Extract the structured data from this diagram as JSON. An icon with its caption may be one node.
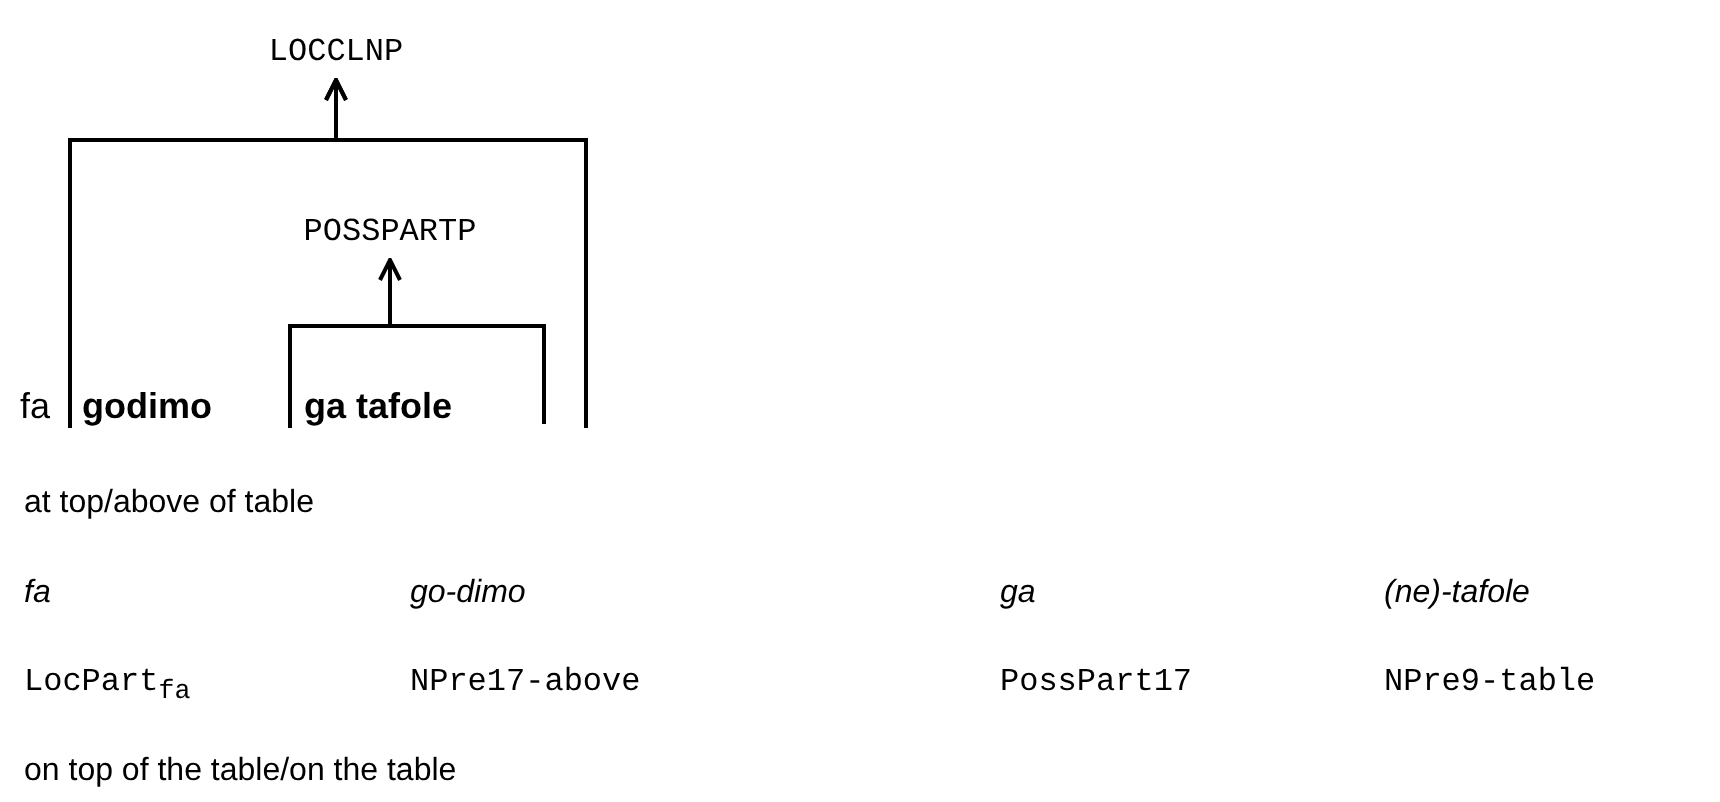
{
  "diagram": {
    "nodes": [
      {
        "text": [
          "LOCCLNP"
        ]
      },
      {
        "text": [
          "POSSPARTP"
        ]
      },
      {
        "text": [
          "godimo"
        ]
      },
      {
        "text": [
          "ga tafole"
        ]
      }
    ],
    "edges": [
      {
        "from": 2,
        "to": 0,
        "arrow": "to"
      },
      {
        "from": 3,
        "to": 0,
        "arrow": "to"
      },
      {
        "from": 3,
        "to": 1,
        "arrow": "to"
      }
    ],
    "labels": [
      "fa",
      "at top/above of table",
      "fa",
      "go-dimo",
      "ga",
      "(ne)-tafole",
      "LocPart$_{fa}$",
      "NPre17-above",
      "PossPart17",
      "NPre9-table",
      "on top of the table/on the table"
    ]
  }
}
